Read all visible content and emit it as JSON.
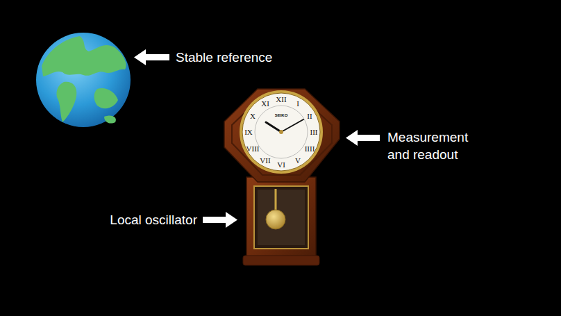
{
  "diagram": {
    "labels": [
      "Stable reference",
      "Measurement and readout",
      "Local oscillator",
      "SEIKO",
      "XII",
      "I",
      "II",
      "III",
      "IIII",
      "V",
      "VI",
      "VII",
      "VIII",
      "IX",
      "X",
      "XI"
    ]
  }
}
